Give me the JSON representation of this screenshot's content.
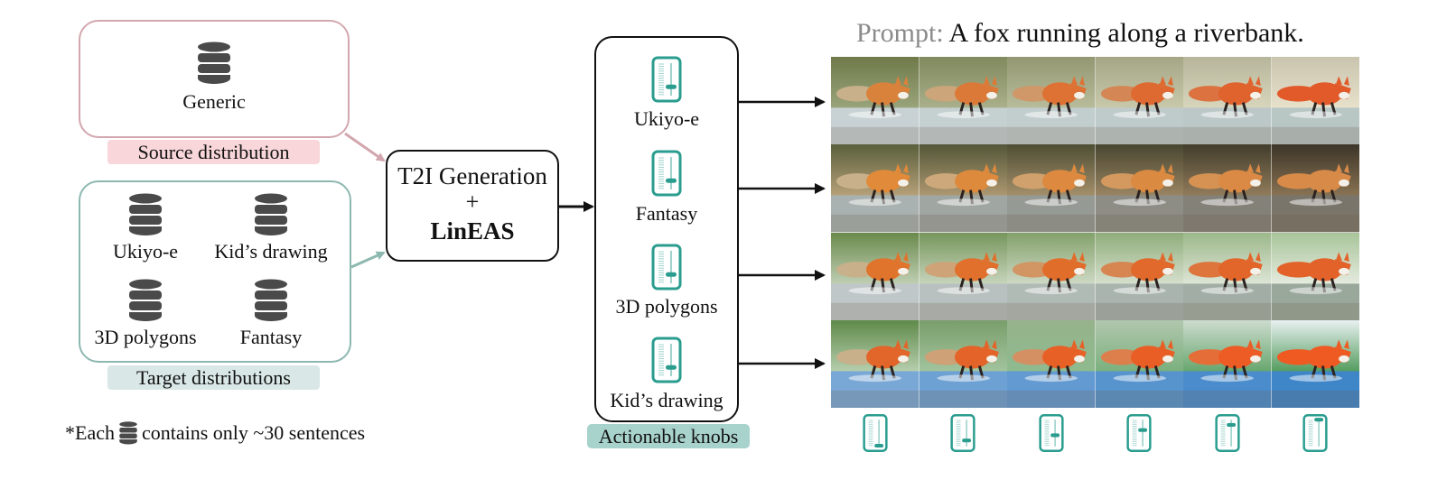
{
  "source": {
    "datasets": [
      {
        "label": "Generic",
        "icon": "database-icon"
      }
    ],
    "tag": "Source distribution",
    "color": "#d3a7af",
    "tag_color": "#f8d6d9"
  },
  "target": {
    "datasets": [
      {
        "label": "Ukiyo-e",
        "icon": "database-icon"
      },
      {
        "label": "Kid’s drawing",
        "icon": "database-icon"
      },
      {
        "label": "3D polygons",
        "icon": "database-icon"
      },
      {
        "label": "Fantasy",
        "icon": "database-icon"
      }
    ],
    "tag": "Target distributions",
    "color": "#8db8b0",
    "tag_color": "#d9e8e6"
  },
  "generator": {
    "line1": "T2I Generation",
    "plus": "+",
    "method": "LinEAS"
  },
  "knobs": {
    "items": [
      {
        "label": "Ukiyo-e",
        "level": 0.25
      },
      {
        "label": "Fantasy",
        "level": 0.25
      },
      {
        "label": "3D polygons",
        "level": 0.25
      },
      {
        "label": "Kid’s drawing",
        "level": 0.25
      }
    ],
    "tag": "Actionable knobs",
    "accent": "#2a9d8f",
    "tag_color": "#a8d2cc"
  },
  "prompt": {
    "label": "Prompt:",
    "text": "A fox running along a riverbank."
  },
  "image_grid": {
    "rows": [
      "Ukiyo-e",
      "Fantasy",
      "3D polygons",
      "Kid’s drawing"
    ],
    "column_strengths": [
      0.0,
      0.2,
      0.4,
      0.6,
      0.8,
      1.0
    ],
    "description": "Generated fox images; style strength increases left to right"
  },
  "footnote": {
    "prefix": "*Each",
    "icon": "database-icon",
    "suffix": "contains only ~30 sentences"
  }
}
